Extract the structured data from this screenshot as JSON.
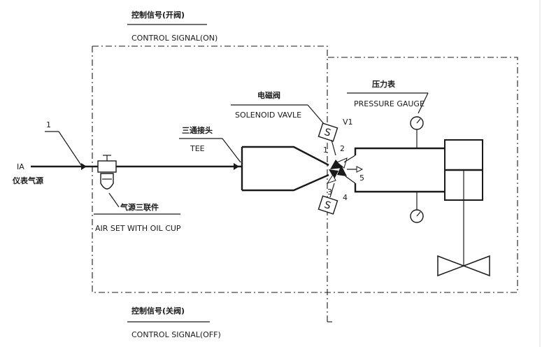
{
  "labels": {
    "control_on_cn": "控制信号(开阀)",
    "control_on_en": "CONTROL SIGNAL(ON)",
    "control_off_cn": "控制信号(关阀)",
    "control_off_en": "CONTROL SIGNAL(OFF)",
    "solenoid_cn": "电磁阀",
    "solenoid_en": "SOLENOID VAVLE",
    "pressure_gauge_cn": "压力表",
    "pressure_gauge_en": "PRESSURE GAUGE",
    "tee_cn": "三通接头",
    "tee_en": "TEE",
    "air_set_cn": "气源三联件",
    "air_set_en": "AIR SET WITH OIL CUP",
    "ia": "IA",
    "ia_cn": "仪表气源",
    "item_1": "1",
    "valve_tag": "V1",
    "port_1": "1",
    "port_2": "2",
    "port_3": "3",
    "port_4": "4",
    "port_5": "5",
    "solenoid_symbol": "S"
  }
}
